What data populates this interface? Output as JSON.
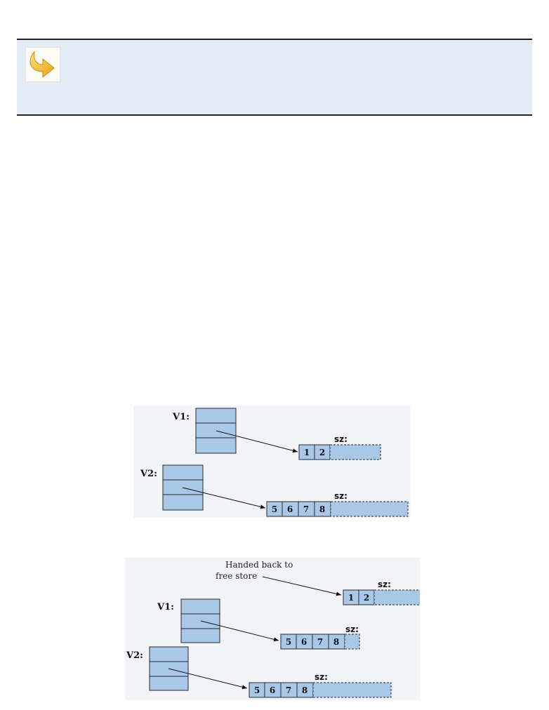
{
  "note": {
    "icon": "curved-arrow-icon",
    "accent": "#f2b72a",
    "background": "#e3ebf7"
  },
  "diagram_before": {
    "vectors": [
      {
        "label": "V1:",
        "elements": [
          "1",
          "2"
        ],
        "extra_label": "sz:"
      },
      {
        "label": "V2:",
        "elements": [
          "5",
          "6",
          "7",
          "8"
        ],
        "extra_label": "sz:"
      }
    ]
  },
  "diagram_after": {
    "annotation": [
      "Handed back to",
      "free store"
    ],
    "freed_block": {
      "elements": [
        "1",
        "2"
      ],
      "extra_label": "sz:"
    },
    "vectors": [
      {
        "label": "V1:",
        "elements": [
          "5",
          "6",
          "7",
          "8"
        ],
        "extra_label": "sz:"
      },
      {
        "label": "V2:",
        "elements": [
          "5",
          "6",
          "7",
          "8"
        ],
        "extra_label": "sz:"
      }
    ]
  },
  "colors": {
    "cell_fill": "#a9c8e8",
    "cell_stroke": "#2a2a2a",
    "diagram_bg": "#f1f3f6"
  }
}
